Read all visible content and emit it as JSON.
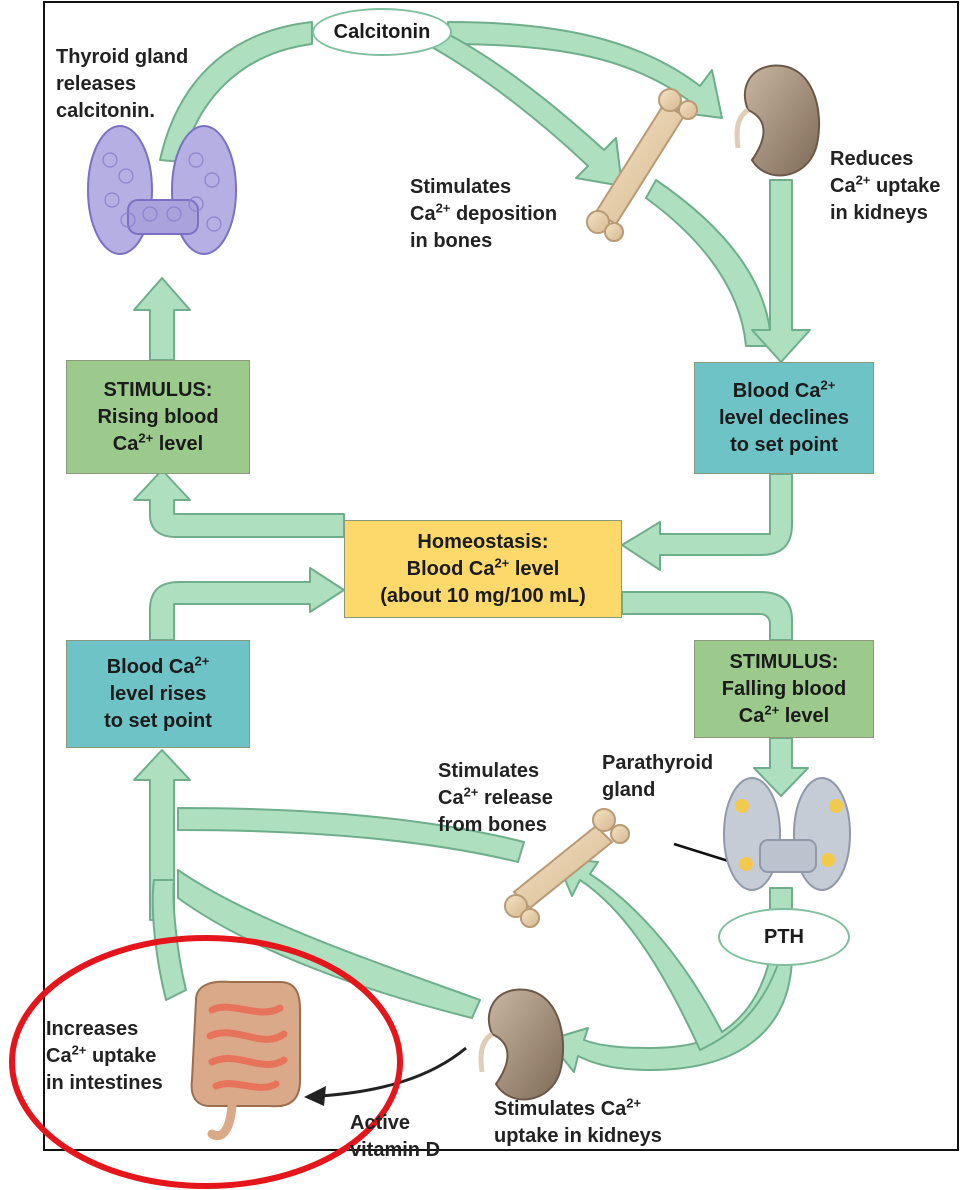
{
  "ovals": {
    "calcitonin": "Calcitonin",
    "pth": "PTH"
  },
  "labels": {
    "thyroid": [
      "Thyroid gland",
      "releases",
      "calcitonin."
    ],
    "bone_deposition": {
      "l1": "Stimulates",
      "l2_pre": "Ca",
      "l2_sup": "2+",
      "l2_post": " deposition",
      "l3": "in bones"
    },
    "kidney_reduce": {
      "l1": "Reduces",
      "l2_pre": "Ca",
      "l2_sup": "2+",
      "l2_post": " uptake",
      "l3": "in kidneys"
    },
    "bone_release": {
      "l1": "Stimulates",
      "l2_pre": "Ca",
      "l2_sup": "2+",
      "l2_post": " release",
      "l3": "from bones"
    },
    "parathyroid": [
      "Parathyroid",
      "gland"
    ],
    "kidney_stimulate": {
      "l1_pre": "Stimulates Ca",
      "l1_sup": "2+",
      "l2": "uptake in kidneys"
    },
    "intestine": {
      "l1": "Increases",
      "l2_pre": "Ca",
      "l2_sup": "2+",
      "l2_post": " uptake",
      "l3": "in intestines"
    },
    "vitamin_d": [
      "Active",
      "vitamin D"
    ]
  },
  "boxes": {
    "stimulus_rising": {
      "l1": "STIMULUS:",
      "l2": "Rising blood",
      "l3_pre": "Ca",
      "l3_sup": "2+",
      "l3_post": " level"
    },
    "declines": {
      "l1_pre": "Blood Ca",
      "l1_sup": "2+",
      "l2": "level declines",
      "l3": "to set point"
    },
    "homeostasis": {
      "l1": "Homeostasis:",
      "l2_pre": "Blood Ca",
      "l2_sup": "2+",
      "l2_post": " level",
      "l3": "(about 10 mg/100 mL)"
    },
    "rises": {
      "l1_pre": "Blood Ca",
      "l1_sup": "2+",
      "l2": "level rises",
      "l3": "to set point"
    },
    "stimulus_falling": {
      "l1": "STIMULUS:",
      "l2": "Falling blood",
      "l3_pre": "Ca",
      "l3_sup": "2+",
      "l3_post": " level"
    }
  },
  "colors": {
    "arrow_fill": "#aee0c0",
    "arrow_stroke": "#6fae8b",
    "stimulus_box": "#9cc98c",
    "response_box": "#6ec3c6",
    "homeostasis_box": "#fcd96a",
    "highlight_circle": "#e4151b"
  }
}
